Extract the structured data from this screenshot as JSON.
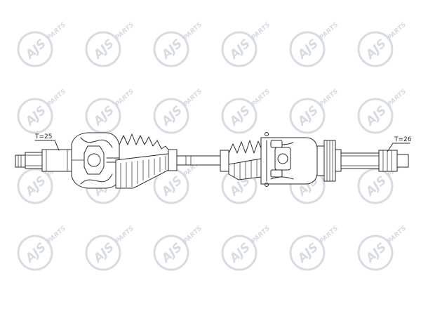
{
  "watermark": {
    "brand": "AJS",
    "suffix": "PARTS",
    "color": "#b8bfcc"
  },
  "labels": {
    "left_teeth": "T=25",
    "right_teeth": "T=26"
  },
  "colors": {
    "line": "#2a2a2a",
    "background": "#ffffff"
  }
}
